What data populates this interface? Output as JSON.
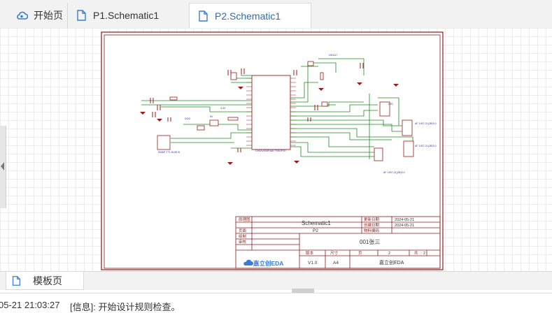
{
  "tabs": [
    {
      "label": "开始页",
      "icon": "cloud-icon"
    },
    {
      "label": "P1.Schematic1",
      "icon": "document-icon"
    },
    {
      "label": "P2.Schematic1",
      "icon": "document-icon",
      "active": true
    }
  ],
  "title_block": {
    "design_title_label": "原理图",
    "design_title_value": "Schematic1",
    "update_date_label": "更新日期",
    "update_date_value": "2024-05-21",
    "create_date_label": "创建日期",
    "create_date_value": "2024-05-21",
    "material_label": "物料编码",
    "page_label": "页面",
    "page_value": "P2",
    "draw_label": "绘制",
    "review_label": "审核",
    "company_value": "001张三",
    "version_label": "版本",
    "size_label": "尺寸",
    "page_count_label": "页",
    "page_num": "2",
    "total_label": "共",
    "total_value": "2",
    "version_value": "V1.0",
    "size_value": "A4",
    "logo_text": "嘉立创EDA",
    "software_value": "嘉立创EDA"
  },
  "bottom_tab": {
    "label": "模板页",
    "icon": "document-icon"
  },
  "log": {
    "time": "05-21 21:03:27",
    "message": "[信息]: 开始设计规则检查。"
  },
  "colors": {
    "frame": "#8b1a1a",
    "wire": "#1f8a1f",
    "part": "#9b1b1b",
    "label": "#2233aa",
    "active_tab_text": "#2b6cb0"
  }
}
